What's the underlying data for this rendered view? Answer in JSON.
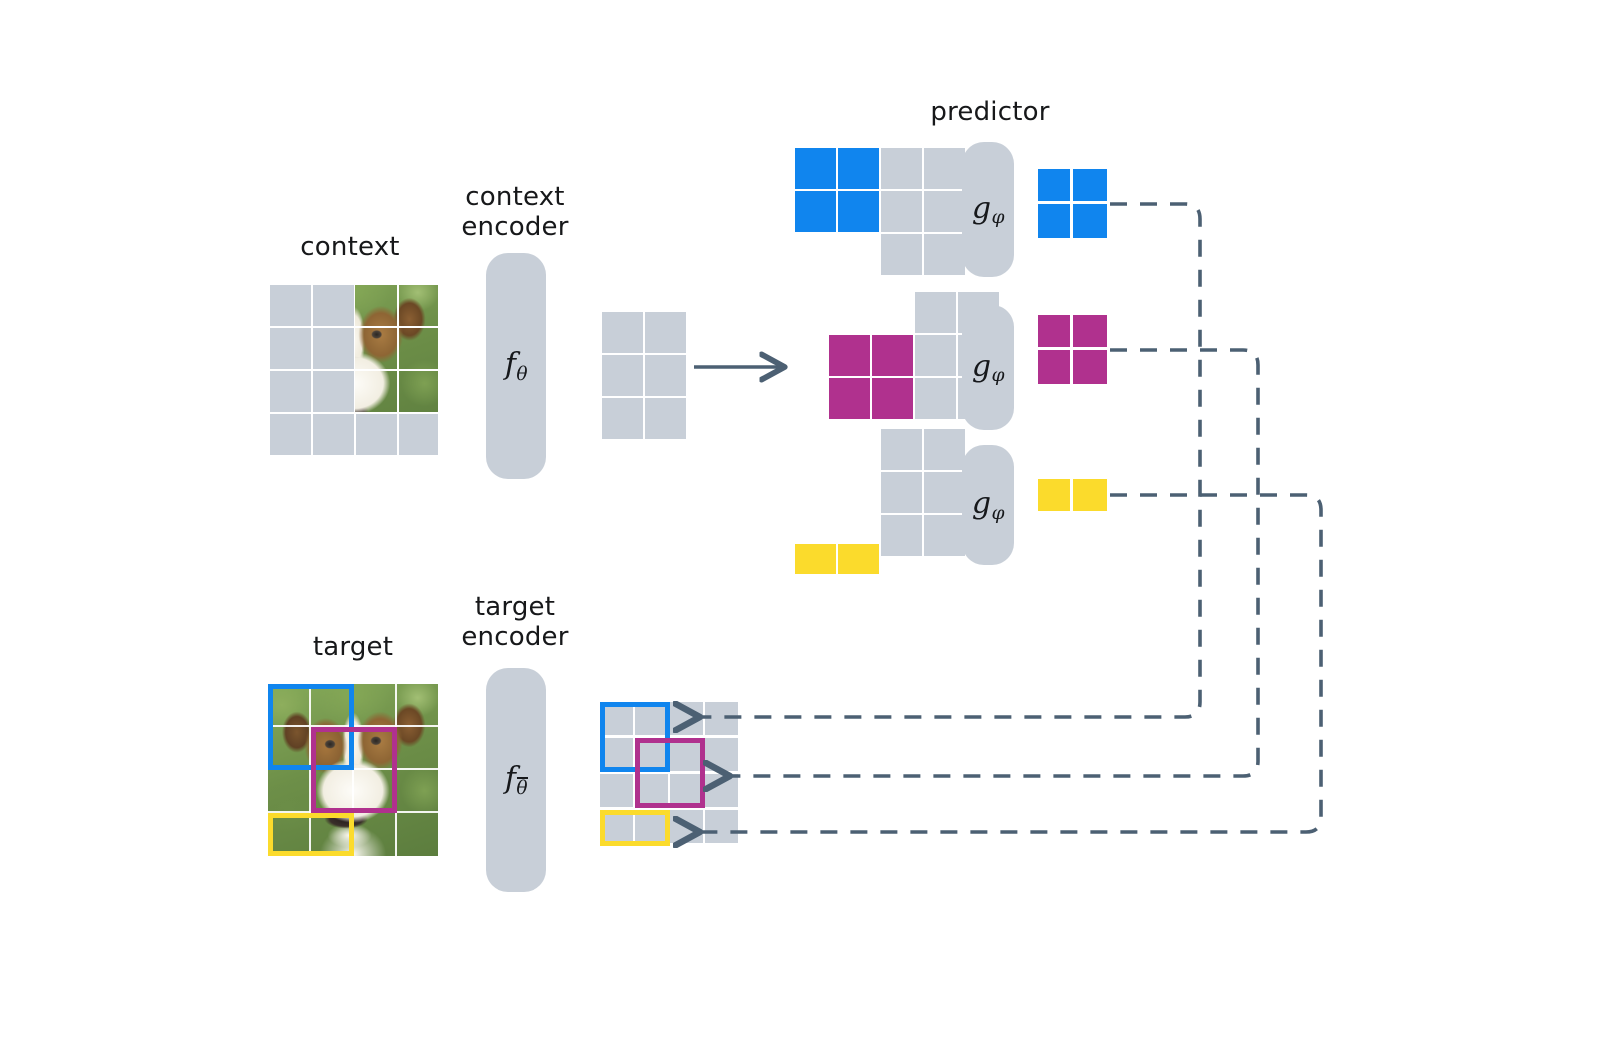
{
  "figure": {
    "type": "architecture-diagram",
    "title": "I-JEPA joint-embedding predictive architecture"
  },
  "labels": {
    "context": "context",
    "context_encoder": "context\nencoder",
    "predictor": "predictor",
    "target": "target",
    "target_encoder": "target\nencoder"
  },
  "encoders": {
    "context_encoder_symbol": "f",
    "context_encoder_subscript": "θ",
    "target_encoder_symbol": "f",
    "target_encoder_subscript": "θ̄",
    "predictor_symbol": "g",
    "predictor_subscript": "φ"
  },
  "colors": {
    "gray_patch": "#c8cfd8",
    "blue": "#1085ee",
    "magenta": "#b0318e",
    "yellow": "#fbdb2c",
    "arrow": "#4c6073",
    "text": "#17181a",
    "background": "#ffffff"
  },
  "context_block": {
    "grid_rows": 4,
    "grid_cols": 4,
    "masked_cells": "columns 1-2 all rows, plus row 4 columns 3-4",
    "image_cells": "rows 1-3, columns 3-4"
  },
  "context_latent": {
    "grid_rows": 3,
    "grid_cols": 2,
    "fill": "gray"
  },
  "predictor_rows": [
    {
      "id": "row-blue",
      "color": "#1085ee",
      "input_grid": {
        "rows": 3,
        "cols": 4,
        "colored_cells": [
          [
            1,
            1
          ],
          [
            1,
            2
          ],
          [
            2,
            1
          ],
          [
            2,
            2
          ]
        ],
        "gray_cells": [
          [
            1,
            3
          ],
          [
            1,
            4
          ],
          [
            2,
            3
          ],
          [
            2,
            4
          ],
          [
            3,
            3
          ],
          [
            3,
            4
          ]
        ]
      },
      "output_grid": {
        "rows": 2,
        "cols": 2,
        "fill": "#1085ee"
      }
    },
    {
      "id": "row-magenta",
      "color": "#b0318e",
      "input_grid": {
        "rows": 3,
        "cols": 4,
        "colored_cells": [
          [
            2,
            1
          ],
          [
            2,
            2
          ],
          [
            3,
            1
          ],
          [
            3,
            2
          ]
        ],
        "gray_cells": [
          [
            1,
            3
          ],
          [
            1,
            4
          ],
          [
            2,
            3
          ],
          [
            2,
            4
          ],
          [
            3,
            3
          ],
          [
            3,
            4
          ]
        ]
      },
      "output_grid": {
        "rows": 2,
        "cols": 2,
        "fill": "#b0318e"
      }
    },
    {
      "id": "row-yellow",
      "color": "#fbdb2c",
      "input_grid": {
        "rows": 4,
        "cols": 4,
        "colored_cells": [
          [
            4,
            1
          ],
          [
            4,
            2
          ]
        ],
        "gray_cells": [
          [
            1,
            3
          ],
          [
            1,
            4
          ],
          [
            2,
            3
          ],
          [
            2,
            4
          ],
          [
            3,
            3
          ],
          [
            3,
            4
          ]
        ]
      },
      "output_grid": {
        "rows": 1,
        "cols": 2,
        "fill": "#fbdb2c"
      }
    }
  ],
  "target_block": {
    "grid_rows": 4,
    "grid_cols": 4,
    "boxes": [
      {
        "color": "#1085ee",
        "span": "rows 1-2, cols 1-2"
      },
      {
        "color": "#b0318e",
        "span": "rows 2-3, cols 2-3"
      },
      {
        "color": "#fbdb2c",
        "span": "row 4, cols 1-2"
      }
    ]
  },
  "target_latent": {
    "grid_rows": 4,
    "grid_cols": 4,
    "fill": "gray",
    "boxes": [
      {
        "color": "#1085ee",
        "span": "rows 1-2, cols 1-2"
      },
      {
        "color": "#b0318e",
        "span": "rows 2-3, cols 2-3"
      },
      {
        "color": "#fbdb2c",
        "span": "row 4, cols 1-2"
      }
    ]
  },
  "connections": [
    {
      "from": "blue predictor output",
      "to": "target latent row 1",
      "style": "dashed",
      "arrow": "left"
    },
    {
      "from": "magenta predictor output",
      "to": "target latent row 2",
      "style": "dashed",
      "arrow": "left"
    },
    {
      "from": "yellow predictor output",
      "to": "target latent row 4",
      "style": "dashed",
      "arrow": "left"
    },
    {
      "from": "context latent",
      "to": "predictor inputs",
      "style": "solid",
      "arrow": "right"
    }
  ]
}
